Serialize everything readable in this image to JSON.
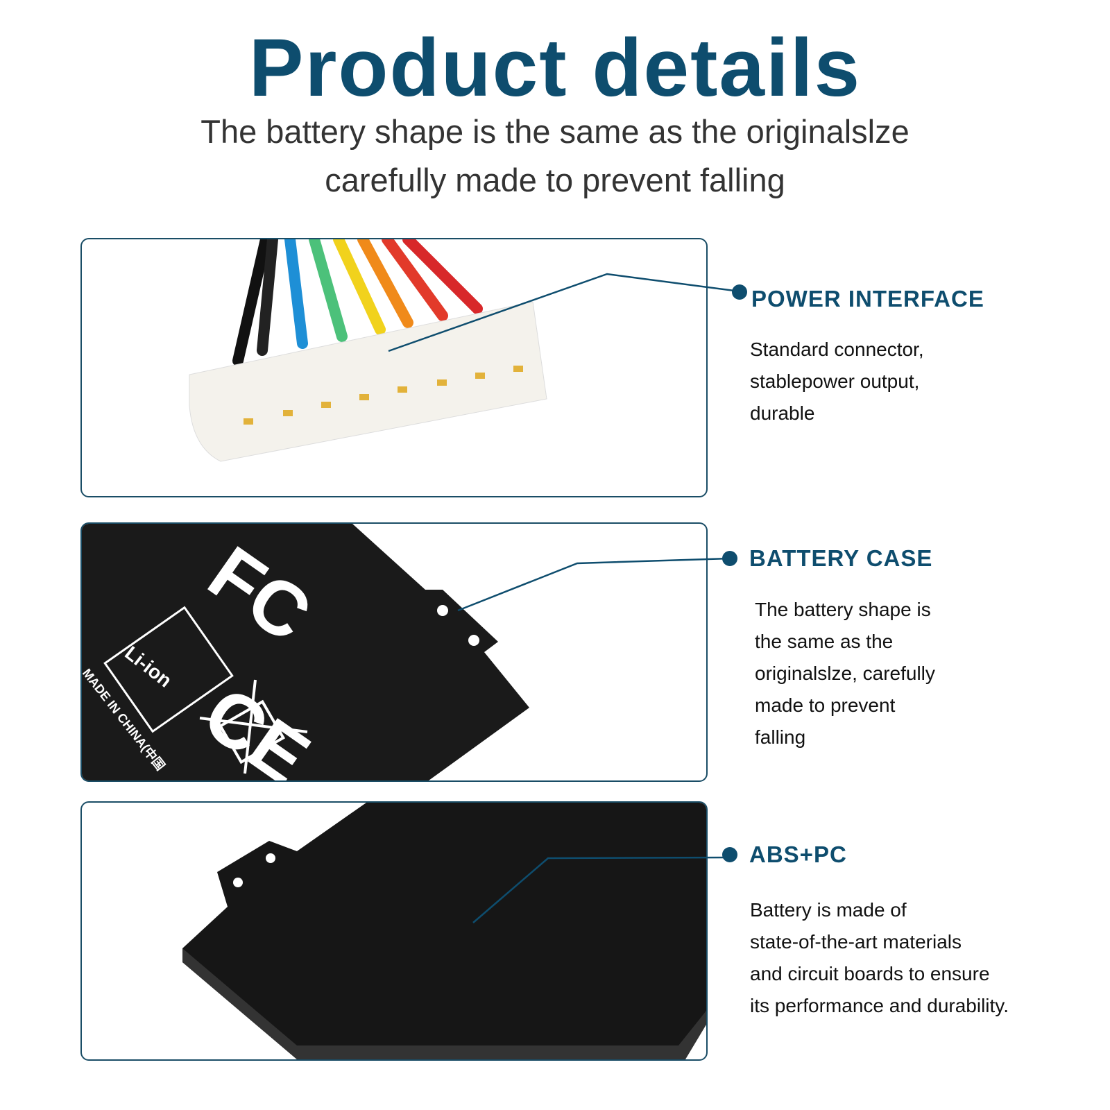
{
  "title": "Product details",
  "subtitle": {
    "line1": "The battery shape is the same as the originalslze",
    "line2": "carefully made  to prevent falling"
  },
  "features": [
    {
      "heading": "POWER INTERFACE",
      "lines": [
        "Standard connector,",
        "stablepower output,",
        "durable"
      ]
    },
    {
      "heading": "BATTERY CASE",
      "lines": [
        "The battery shape is",
        "the same as the",
        "originalslze, carefully",
        "made to prevent",
        "falling"
      ]
    },
    {
      "heading": "ABS+PC",
      "lines": [
        "Battery is made of",
        "state-of-the-art materials",
        "and circuit boards to ensure",
        "its performance and durability."
      ]
    }
  ],
  "markings": {
    "fcc": "FC",
    "ce": "CE",
    "liion": "Li-ion",
    "origin": "MADE IN CHINA(中国"
  },
  "colors": {
    "accent": "#0e4d6e",
    "text": "#333333",
    "battery": "#1a1a1a"
  }
}
